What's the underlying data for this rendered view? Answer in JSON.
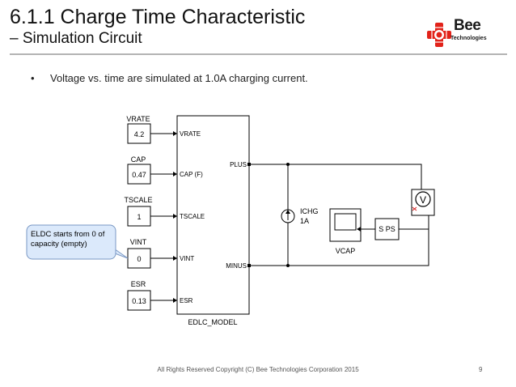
{
  "slide": {
    "title": "6.1.1 Charge Time Characteristic",
    "subtitle": "– Simulation Circuit",
    "bullet_symbol": "•",
    "bullet_text": "Voltage vs. time are simulated at 1.0A charging current.",
    "page_number": "9",
    "footer_text": "All Rights Reserved Copyright (C) Bee Technologies Corporation 2015"
  },
  "logo": {
    "word": "Bee",
    "sub": "Technologies",
    "accent_color": "#e2231a"
  },
  "circuit": {
    "constants": [
      {
        "label": "VRATE",
        "value": "4.2",
        "port": "VRATE"
      },
      {
        "label": "CAP",
        "value": "0.47",
        "port": "CAP (F)"
      },
      {
        "label": "TSCALE",
        "value": "1",
        "port": "TSCALE"
      },
      {
        "label": "VINT",
        "value": "0",
        "port": "VINT"
      },
      {
        "label": "ESR",
        "value": "0.13",
        "port": "ESR"
      }
    ],
    "model_name": "EDLC_MODEL",
    "output_ports": [
      "PLUS",
      "MINUS"
    ],
    "current_source": {
      "name": "ICHG",
      "value": "1A"
    },
    "scope_name": "VCAP",
    "sps_label": "S PS",
    "voltmeter_symbol": "V",
    "callout": "ELDC starts from 0 of capacity (empty)",
    "callout_color": "#dbe9fb"
  }
}
